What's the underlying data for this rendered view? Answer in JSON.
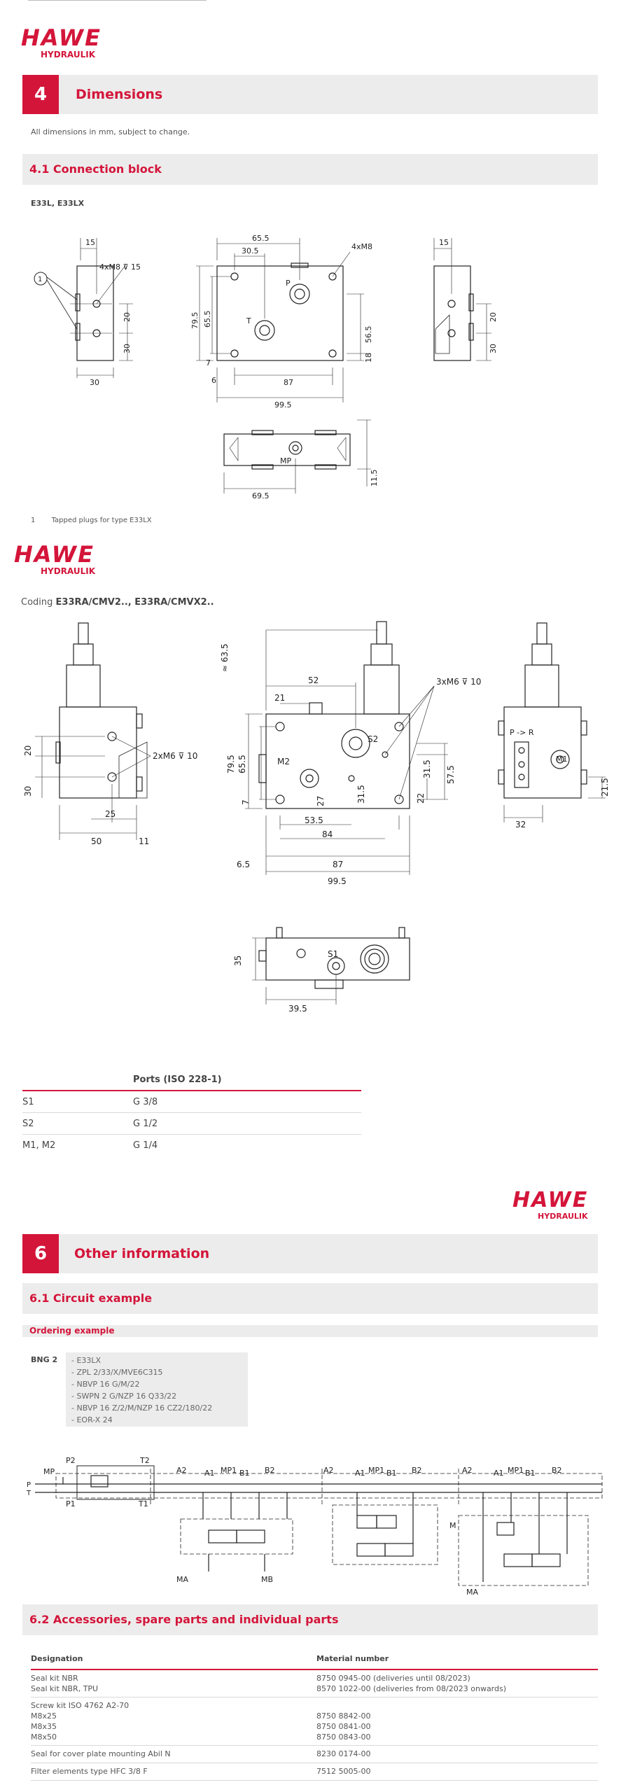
{
  "brand": {
    "name": "HAWE",
    "sub": "HYDRAULIK"
  },
  "section4": {
    "number": "4",
    "title": "Dimensions",
    "note": "All dimensions in mm, subject to change.",
    "sub1": "4.1 Connection block",
    "variant": "E33L, E33LX",
    "drawing1": {
      "dims": [
        "15",
        "4xM8 ⊽ 15",
        "20",
        "30",
        "30",
        "65.5",
        "30.5",
        "4xM8",
        "P",
        "T",
        "79.5",
        "65.5",
        "7",
        "6",
        "87",
        "99.5",
        "56.5",
        "18",
        "15",
        "20",
        "30",
        "MP",
        "69.5",
        "11.5"
      ],
      "callout": "1"
    },
    "footnote_num": "1",
    "footnote": "Tapped plugs for type E33LX",
    "coding_prefix": "Coding ",
    "coding_bold": "E33RA/CMV2.., E33RA/CMVX2..",
    "drawing2": {
      "dims": [
        "≈ 63.5",
        "52",
        "21",
        "S2",
        "3xM6 ⊽ 10",
        "2xM6 ⊽ 10",
        "20",
        "30",
        "25",
        "50",
        "11",
        "79.5",
        "65.5",
        "M2",
        "27",
        "31.5",
        "31.5",
        "57.5",
        "22",
        "7",
        "53.5",
        "84",
        "6.5",
        "87",
        "99.5",
        "P -> R",
        "M1",
        "21.5",
        "32",
        "35",
        "S1",
        "39.5"
      ]
    },
    "ports": {
      "header": [
        "",
        "Ports (ISO 228-1)"
      ],
      "rows": [
        [
          "S1",
          "G 3/8"
        ],
        [
          "S2",
          "G 1/2"
        ],
        [
          "M1, M2",
          "G 1/4"
        ]
      ]
    }
  },
  "section6": {
    "number": "6",
    "title": "Other information",
    "sub1": "6.1 Circuit example",
    "ordering_title": "Ordering example",
    "ordering_label": "BNG 2",
    "ordering_items": [
      "- E33LX",
      "- ZPL 2/33/X/MVE6C315",
      "- NBVP 16 G/M/22",
      "- SWPN 2 G/NZP 16 Q33/22",
      "- NBVP 16 Z/2/M/NZP 16 CZ2/180/22",
      "- EOR-X 24"
    ],
    "circuit_labels": [
      "MP",
      "P2",
      "T2",
      "P",
      "T",
      "P1",
      "T1",
      "A2",
      "A1",
      "MP1",
      "B1",
      "B2",
      "MA",
      "MB",
      "A2",
      "A1",
      "MP1",
      "B1",
      "B2",
      "A2",
      "A1",
      "MP1",
      "B1",
      "B2",
      "M",
      "MA"
    ],
    "sub2": "6.2 Accessories, spare parts and individual parts",
    "accessories": {
      "header": [
        "Designation",
        "Material number"
      ],
      "rows": [
        {
          "designation": [
            "Seal kit NBR",
            "Seal kit NBR, TPU"
          ],
          "material": [
            "8750 0945-00 (deliveries until 08/2023)",
            "8570 1022-00 (deliveries from 08/2023 onwards)"
          ]
        },
        {
          "designation": [
            "Screw kit ISO 4762 A2-70",
            "M8x25",
            "M8x35",
            "M8x50"
          ],
          "material": [
            "",
            "8750 8842-00",
            "8750 0841-00",
            "8750 0843-00"
          ]
        },
        {
          "designation": [
            "Seal for cover plate mounting Abil N"
          ],
          "material": [
            "8230 0174-00"
          ]
        },
        {
          "designation": [
            "Filter elements type HFC 3/8 F"
          ],
          "material": [
            "7512 5005-00"
          ]
        }
      ]
    }
  },
  "colors": {
    "brand_red": "#d4153a",
    "band_grey": "#ececec"
  }
}
